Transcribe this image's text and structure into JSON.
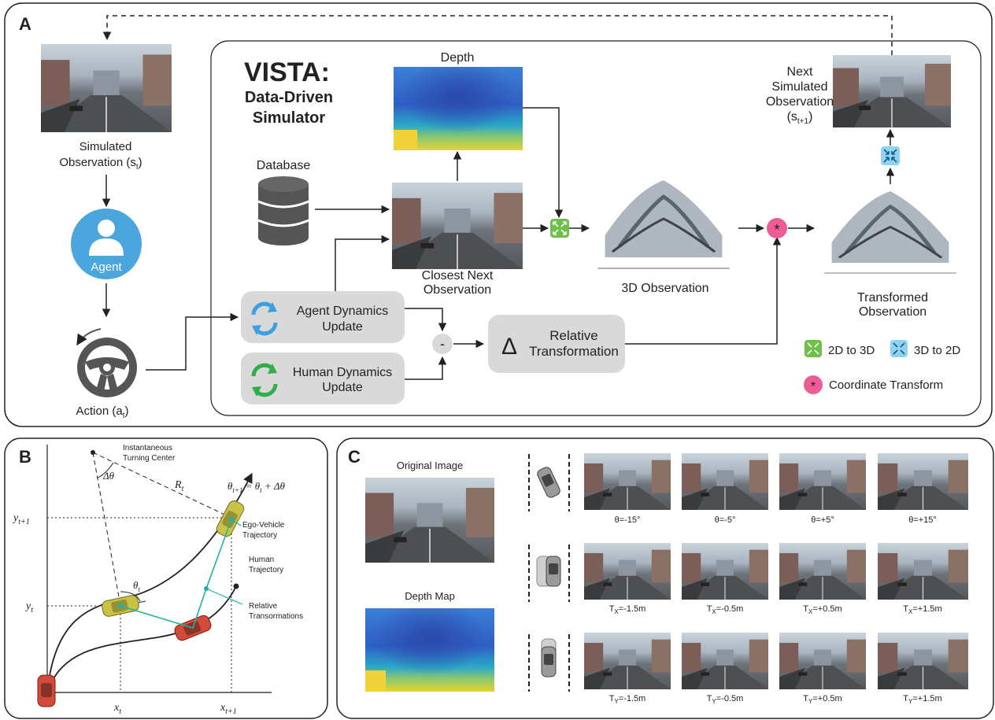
{
  "panel_a": {
    "letter": "A",
    "title": "VISTA:",
    "subtitle_1": "Data-Driven",
    "subtitle_2": "Simulator",
    "depth_label": "Depth",
    "database_label": "Database",
    "closest_1": "Closest Next",
    "closest_2": "Observation",
    "obs3d_label": "3D Observation",
    "next_1": "Next",
    "next_2": "Simulated",
    "next_3": "Observation",
    "next_4": "(s",
    "next_4_sub": "t+1",
    "next_4_end": ")",
    "transformed_1": "Transformed",
    "transformed_2": "Observation",
    "sim_obs_1": "Simulated",
    "sim_obs_2": "Observation (s",
    "sim_obs_sub": "t",
    "sim_obs_end": ")",
    "agent_label": "Agent",
    "action_label": "Action (a",
    "action_sub": "t",
    "action_end": ")",
    "agent_dyn_1": "Agent Dynamics",
    "agent_dyn_2": "Update",
    "human_dyn_1": "Human Dynamics",
    "human_dyn_2": "Update",
    "minus": "-",
    "delta": "Δ",
    "relative_1": "Relative",
    "relative_2": "Transformation",
    "star": "*",
    "legend": {
      "l2d3d": "2D to 3D",
      "l3d2d": "3D to 2D",
      "coord": "Coordinate Transform"
    }
  },
  "panel_b": {
    "letter": "B",
    "turning_1": "Instantaneous",
    "turning_2": "Turning Center",
    "dtheta": "Δθ",
    "radius": "R",
    "radius_sub": "t",
    "theta_eq": "θ",
    "theta_eq_sub": "t+1",
    "theta_eq_rest": " = θ",
    "theta_eq_sub2": "t",
    "theta_eq_end": " + Δθ",
    "theta_t": "θ",
    "theta_t_sub": "t",
    "y_t1": "y",
    "y_t1_sub": "t+1",
    "y_t": "y",
    "y_t_sub": "t",
    "x_t": "x",
    "x_t_sub": "t",
    "x_t1": "x",
    "x_t1_sub": "t+1",
    "ego_1": "Ego-Vehicle",
    "ego_2": "Trajectory",
    "human_1": "Human",
    "human_2": "Trajectory",
    "rel_1": "Relative",
    "rel_2": "Transormations"
  },
  "panel_c": {
    "letter": "C",
    "original": "Original Image",
    "depthmap": "Depth Map",
    "row1": [
      "θ=-15°",
      "θ=-5°",
      "θ=+5°",
      "θ=+15°"
    ],
    "row2": [
      {
        "pre": "T",
        "sub": "X",
        "val": "=-1.5m"
      },
      {
        "pre": "T",
        "sub": "X",
        "val": "=-0.5m"
      },
      {
        "pre": "T",
        "sub": "X",
        "val": "=+0.5m"
      },
      {
        "pre": "T",
        "sub": "X",
        "val": "=+1.5m"
      }
    ],
    "row3": [
      {
        "pre": "T",
        "sub": "Y",
        "val": "=-1.5m"
      },
      {
        "pre": "T",
        "sub": "Y",
        "val": "=-0.5m"
      },
      {
        "pre": "T",
        "sub": "Y",
        "val": "=+0.5m"
      },
      {
        "pre": "T",
        "sub": "Y",
        "val": "=+1.5m"
      }
    ]
  },
  "colors": {
    "agent_blue": "#4aa6dd",
    "teal": "#1fb3a3",
    "green_icon": "#6fc04b",
    "blue_icon": "#8fd3f3",
    "pink": "#ee5b96",
    "box_grey": "#d9d9d9"
  }
}
